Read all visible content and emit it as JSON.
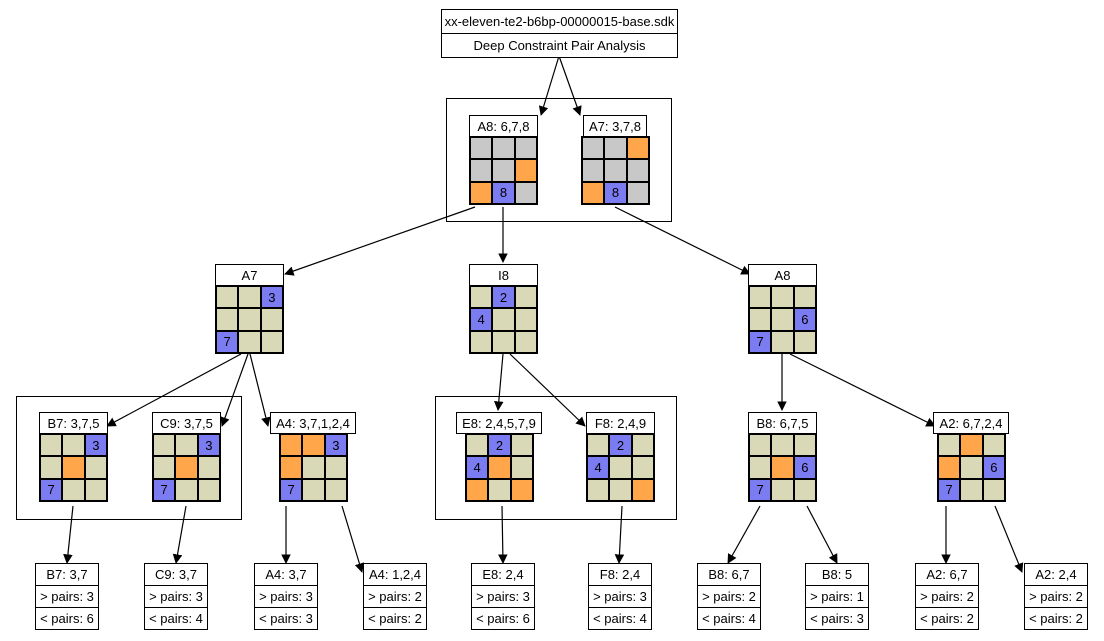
{
  "root": {
    "title": "xx-eleven-te2-b6bp-00000015-base.sdk",
    "subtitle": "Deep Constraint Pair Analysis"
  },
  "colors": {
    "tan": "#d9d9b7",
    "gray": "#c8c8c8",
    "blue": "#7b7bf2",
    "orange": "#ffa54a"
  },
  "level1": [
    {
      "label": "A8: 6,7,8",
      "cells": [
        [
          "g",
          ""
        ],
        [
          "g",
          ""
        ],
        [
          "g",
          ""
        ],
        [
          "g",
          ""
        ],
        [
          "g",
          ""
        ],
        [
          "o",
          ""
        ],
        [
          "o",
          ""
        ],
        [
          "b",
          "8"
        ],
        [
          "g",
          ""
        ]
      ]
    },
    {
      "label": "A7: 3,7,8",
      "cells": [
        [
          "g",
          ""
        ],
        [
          "g",
          ""
        ],
        [
          "o",
          ""
        ],
        [
          "g",
          ""
        ],
        [
          "g",
          ""
        ],
        [
          "g",
          ""
        ],
        [
          "o",
          ""
        ],
        [
          "b",
          "8"
        ],
        [
          "g",
          ""
        ]
      ]
    }
  ],
  "level2": [
    {
      "label": "A7",
      "cells": [
        [
          "t",
          ""
        ],
        [
          "t",
          ""
        ],
        [
          "b",
          "3"
        ],
        [
          "t",
          ""
        ],
        [
          "t",
          ""
        ],
        [
          "t",
          ""
        ],
        [
          "b",
          "7"
        ],
        [
          "t",
          ""
        ],
        [
          "t",
          ""
        ]
      ]
    },
    {
      "label": "I8",
      "cells": [
        [
          "t",
          ""
        ],
        [
          "b",
          "2"
        ],
        [
          "t",
          ""
        ],
        [
          "b",
          "4"
        ],
        [
          "t",
          ""
        ],
        [
          "t",
          ""
        ],
        [
          "t",
          ""
        ],
        [
          "t",
          ""
        ],
        [
          "t",
          ""
        ]
      ]
    },
    {
      "label": "A8",
      "cells": [
        [
          "t",
          ""
        ],
        [
          "t",
          ""
        ],
        [
          "t",
          ""
        ],
        [
          "t",
          ""
        ],
        [
          "t",
          ""
        ],
        [
          "b",
          "6"
        ],
        [
          "b",
          "7"
        ],
        [
          "t",
          ""
        ],
        [
          "t",
          ""
        ]
      ]
    }
  ],
  "level3": [
    {
      "label": "B7: 3,7,5",
      "cells": [
        [
          "t",
          ""
        ],
        [
          "t",
          ""
        ],
        [
          "b",
          "3"
        ],
        [
          "t",
          ""
        ],
        [
          "o",
          ""
        ],
        [
          "t",
          ""
        ],
        [
          "b",
          "7"
        ],
        [
          "t",
          ""
        ],
        [
          "t",
          ""
        ]
      ]
    },
    {
      "label": "C9: 3,7,5",
      "cells": [
        [
          "t",
          ""
        ],
        [
          "t",
          ""
        ],
        [
          "b",
          "3"
        ],
        [
          "t",
          ""
        ],
        [
          "o",
          ""
        ],
        [
          "t",
          ""
        ],
        [
          "b",
          "7"
        ],
        [
          "t",
          ""
        ],
        [
          "t",
          ""
        ]
      ]
    },
    {
      "label": "A4: 3,7,1,2,4",
      "cells": [
        [
          "o",
          ""
        ],
        [
          "o",
          ""
        ],
        [
          "b",
          "3"
        ],
        [
          "o",
          ""
        ],
        [
          "t",
          ""
        ],
        [
          "t",
          ""
        ],
        [
          "b",
          "7"
        ],
        [
          "t",
          ""
        ],
        [
          "t",
          ""
        ]
      ]
    },
    {
      "label": "E8: 2,4,5,7,9",
      "cells": [
        [
          "t",
          ""
        ],
        [
          "b",
          "2"
        ],
        [
          "t",
          ""
        ],
        [
          "b",
          "4"
        ],
        [
          "o",
          ""
        ],
        [
          "t",
          ""
        ],
        [
          "o",
          ""
        ],
        [
          "t",
          ""
        ],
        [
          "o",
          ""
        ]
      ]
    },
    {
      "label": "F8: 2,4,9",
      "cells": [
        [
          "t",
          ""
        ],
        [
          "b",
          "2"
        ],
        [
          "t",
          ""
        ],
        [
          "b",
          "4"
        ],
        [
          "t",
          ""
        ],
        [
          "t",
          ""
        ],
        [
          "t",
          ""
        ],
        [
          "t",
          ""
        ],
        [
          "o",
          ""
        ]
      ]
    },
    {
      "label": "B8: 6,7,5",
      "cells": [
        [
          "t",
          ""
        ],
        [
          "t",
          ""
        ],
        [
          "t",
          ""
        ],
        [
          "t",
          ""
        ],
        [
          "o",
          ""
        ],
        [
          "b",
          "6"
        ],
        [
          "b",
          "7"
        ],
        [
          "t",
          ""
        ],
        [
          "t",
          ""
        ]
      ]
    },
    {
      "label": "A2: 6,7,2,4",
      "cells": [
        [
          "t",
          ""
        ],
        [
          "o",
          ""
        ],
        [
          "t",
          ""
        ],
        [
          "o",
          ""
        ],
        [
          "t",
          ""
        ],
        [
          "b",
          "6"
        ],
        [
          "b",
          "7"
        ],
        [
          "t",
          ""
        ],
        [
          "t",
          ""
        ]
      ]
    }
  ],
  "leaves": [
    {
      "title": "B7: 3,7",
      "more": "> pairs: 3",
      "less": "< pairs: 6"
    },
    {
      "title": "C9: 3,7",
      "more": "> pairs: 3",
      "less": "< pairs: 4"
    },
    {
      "title": "A4: 3,7",
      "more": "> pairs: 3",
      "less": "< pairs: 3"
    },
    {
      "title": "A4: 1,2,4",
      "more": "> pairs: 2",
      "less": "< pairs: 2"
    },
    {
      "title": "E8: 2,4",
      "more": "> pairs: 3",
      "less": "< pairs: 6"
    },
    {
      "title": "F8: 2,4",
      "more": "> pairs: 3",
      "less": "< pairs: 4"
    },
    {
      "title": "B8: 6,7",
      "more": "> pairs: 2",
      "less": "< pairs: 4"
    },
    {
      "title": "B8: 5",
      "more": "> pairs: 1",
      "less": "< pairs: 3"
    },
    {
      "title": "A2: 6,7",
      "more": "> pairs: 2",
      "less": "< pairs: 2"
    },
    {
      "title": "A2: 2,4",
      "more": "> pairs: 2",
      "less": "< pairs: 2"
    }
  ]
}
